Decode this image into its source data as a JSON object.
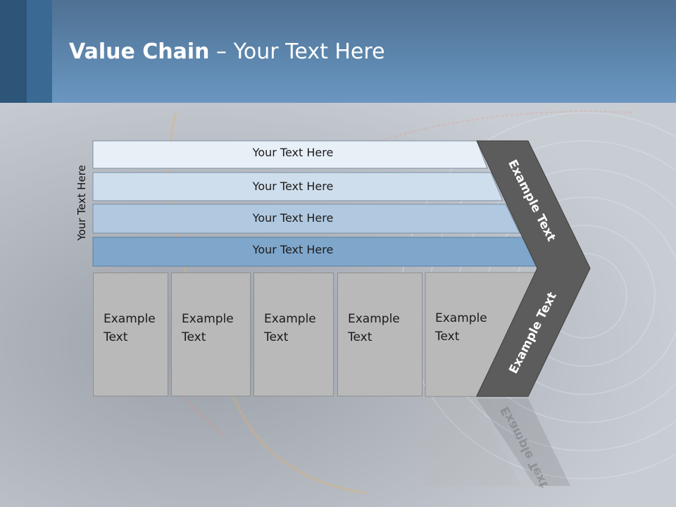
{
  "title": {
    "bold": "Value Chain",
    "rest": " – Your Text Here"
  },
  "side_label": "Your Text Here",
  "bands": [
    {
      "label": "Your Text Here",
      "color": "#e7eff7"
    },
    {
      "label": "Your Text Here",
      "color": "#cfdeec"
    },
    {
      "label": "Your Text Here",
      "color": "#b1c9e0"
    },
    {
      "label": "Your Text Here",
      "color": "#7fa6cb"
    }
  ],
  "boxes": [
    {
      "line1": "Example",
      "line2": "Text"
    },
    {
      "line1": "Example",
      "line2": "Text"
    },
    {
      "line1": "Example",
      "line2": "Text"
    },
    {
      "line1": "Example",
      "line2": "Text"
    },
    {
      "line1": "Example",
      "line2": "Text"
    }
  ],
  "chevron": {
    "upper": "Example Text",
    "lower": "Example Text",
    "color": "#5c5c5c"
  },
  "colors": {
    "header": "#5d86ad",
    "box_fill": "#b9b9b9"
  }
}
